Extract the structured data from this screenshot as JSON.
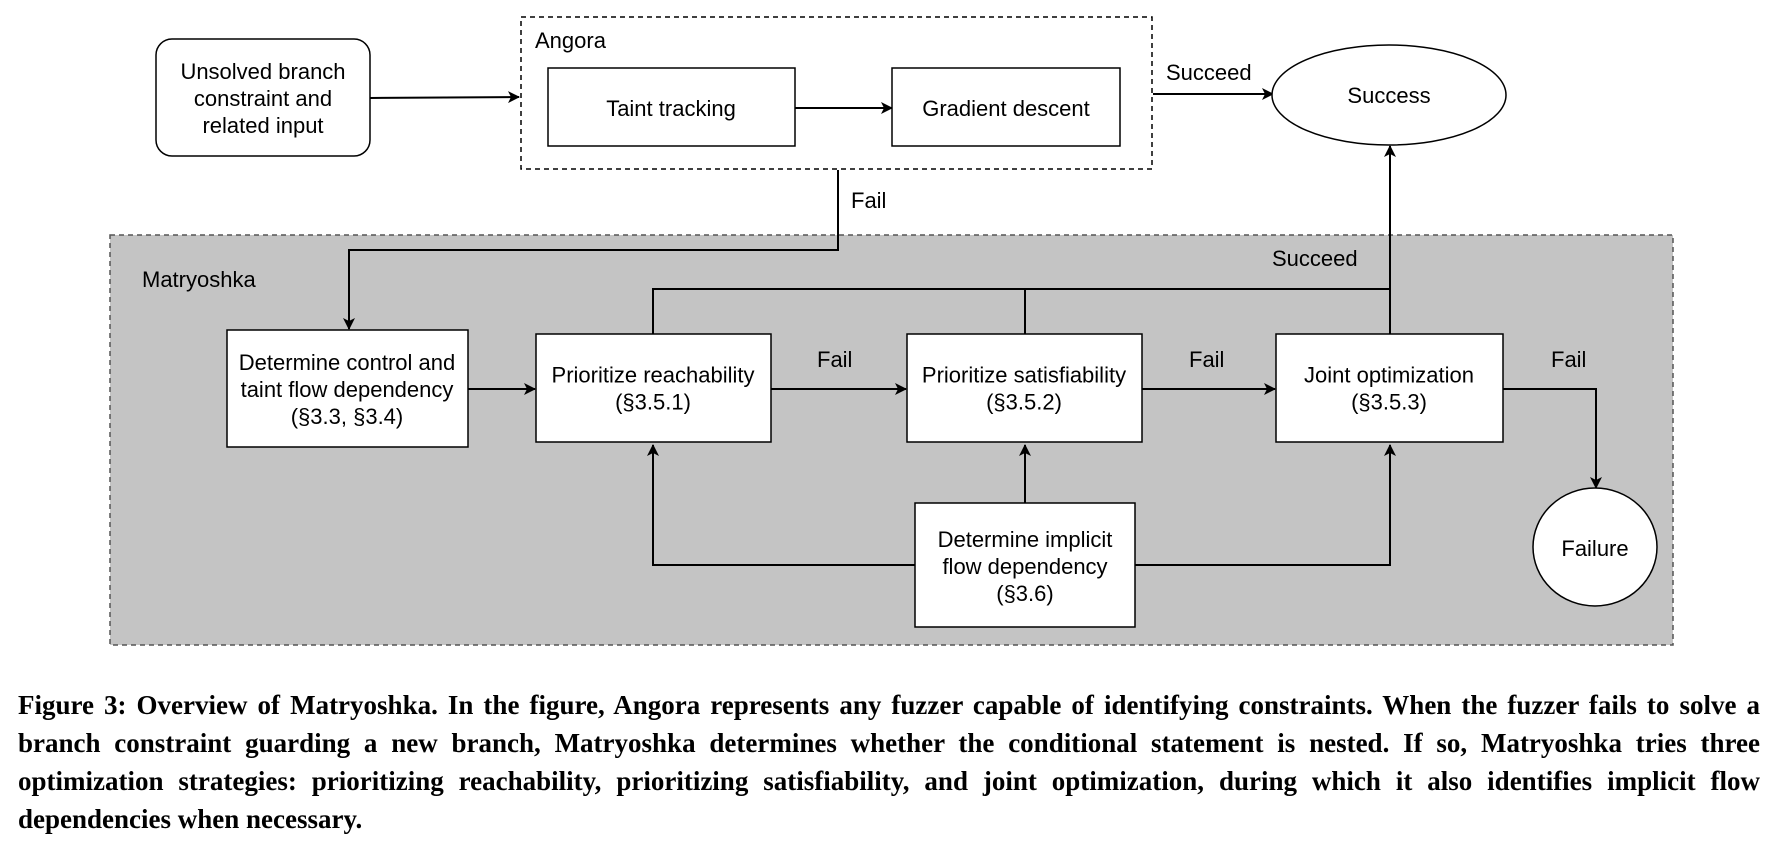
{
  "regions": {
    "angora": "Angora",
    "matryoshka": "Matryoshka"
  },
  "nodes": {
    "unsolved": [
      "Unsolved branch",
      "constraint and",
      "related input"
    ],
    "taint_tracking": [
      "Taint tracking"
    ],
    "gradient_descent": [
      "Gradient descent"
    ],
    "success": [
      "Success"
    ],
    "determine_control": [
      "Determine control and",
      "taint flow dependency",
      "(§3.3, §3.4)"
    ],
    "prioritize_reachability": [
      "Prioritize reachability",
      "(§3.5.1)"
    ],
    "prioritize_satisfiability": [
      "Prioritize satisfiability",
      "(§3.5.2)"
    ],
    "joint_optimization": [
      "Joint optimization",
      "(§3.5.3)"
    ],
    "implicit_flow": [
      "Determine implicit",
      "flow dependency",
      "(§3.6)"
    ],
    "failure": [
      "Failure"
    ]
  },
  "edge_labels": {
    "angora_succeed": "Succeed",
    "angora_fail": "Fail",
    "matryoshka_succeed": "Succeed",
    "reach_fail": "Fail",
    "satis_fail": "Fail",
    "joint_fail": "Fail"
  },
  "caption": "Figure 3: Overview of Matryoshka. In the figure, Angora represents any fuzzer capable of identifying constraints. When the fuzzer fails to solve a branch constraint guarding a new branch, Matryoshka determines whether the conditional statement is nested. If so, Matryoshka tries three optimization strategies: prioritizing reachability, prioritizing satisfiability, and joint optimization, during which it also identifies implicit flow dependencies when necessary.",
  "colors": {
    "matryoshka_fill": "#c4c4c4",
    "stroke": "#000000",
    "box_fill": "#ffffff"
  }
}
